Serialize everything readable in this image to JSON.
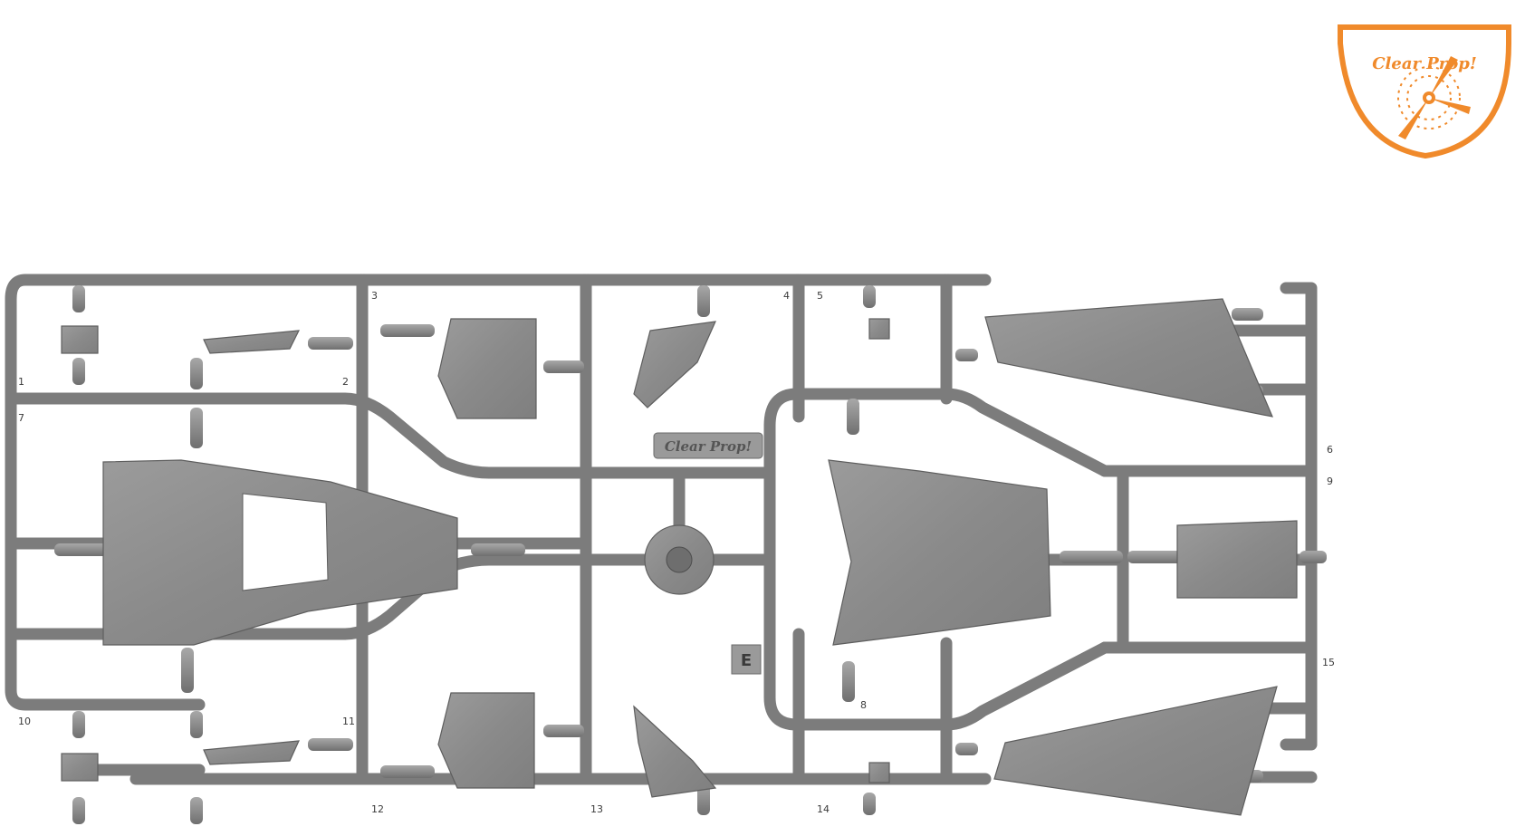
{
  "brand": {
    "logo_text": "Clear Prop!",
    "logo_color": "#f08a2b",
    "logo_icon": "propeller-icon"
  },
  "sprue": {
    "tag_text": "Clear Prop!",
    "letter": "E",
    "plastic_color": "#8f8f8f",
    "frame_color": "#7c7c7c",
    "part_numbers": [
      "1",
      "2",
      "3",
      "4",
      "5",
      "6",
      "7",
      "8",
      "9",
      "10",
      "11",
      "12",
      "13",
      "14",
      "15"
    ]
  }
}
